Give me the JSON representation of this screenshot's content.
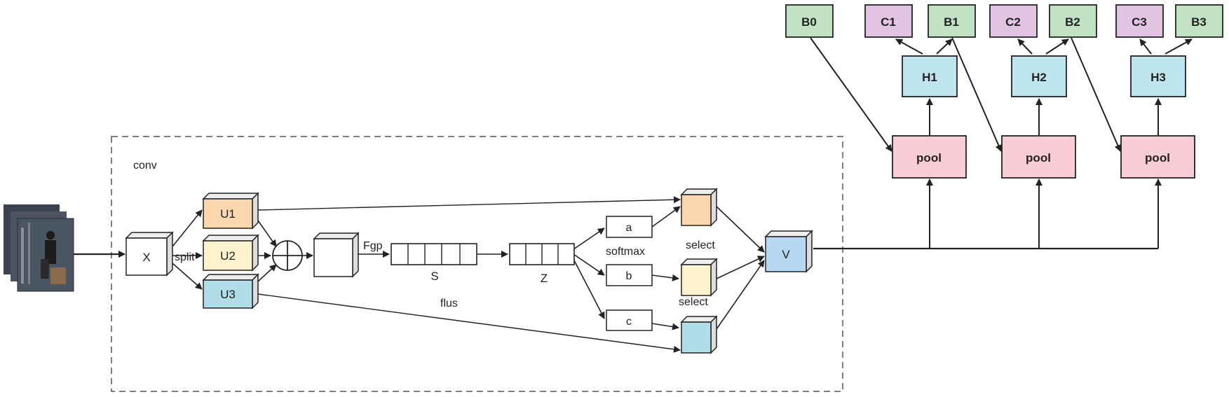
{
  "diagram": {
    "frame_label": "conv",
    "nodes": {
      "x": "X",
      "u1": "U1",
      "u2": "U2",
      "u3": "U3",
      "s": "S",
      "z": "Z",
      "a": "a",
      "b": "b",
      "c": "c",
      "v": "V",
      "b0": "B0",
      "c1": "C1",
      "b1": "B1",
      "c2": "C2",
      "b2": "B2",
      "c3": "C3",
      "b3": "B3",
      "h1": "H1",
      "h2": "H2",
      "h3": "H3",
      "pool1": "pool",
      "pool2": "pool",
      "pool3": "pool"
    },
    "edge_labels": {
      "split": "split",
      "fgp": "Fgp",
      "softmax": "softmax",
      "select_top": "select",
      "select_mid": "select",
      "flus": "flus"
    },
    "colors": {
      "u1": "#fad7ac",
      "u2": "#fff2cc",
      "u3": "#b1dde8",
      "v": "#b6d7f0",
      "select_top": "#fad7ac",
      "select_mid": "#fff2cc",
      "select_bottom": "#b1dde8",
      "b_nodes": "#c2e2c4",
      "c_nodes": "#e1c4e1",
      "h_nodes": "#bfe5ee",
      "pool_nodes": "#f8cdd6"
    }
  }
}
